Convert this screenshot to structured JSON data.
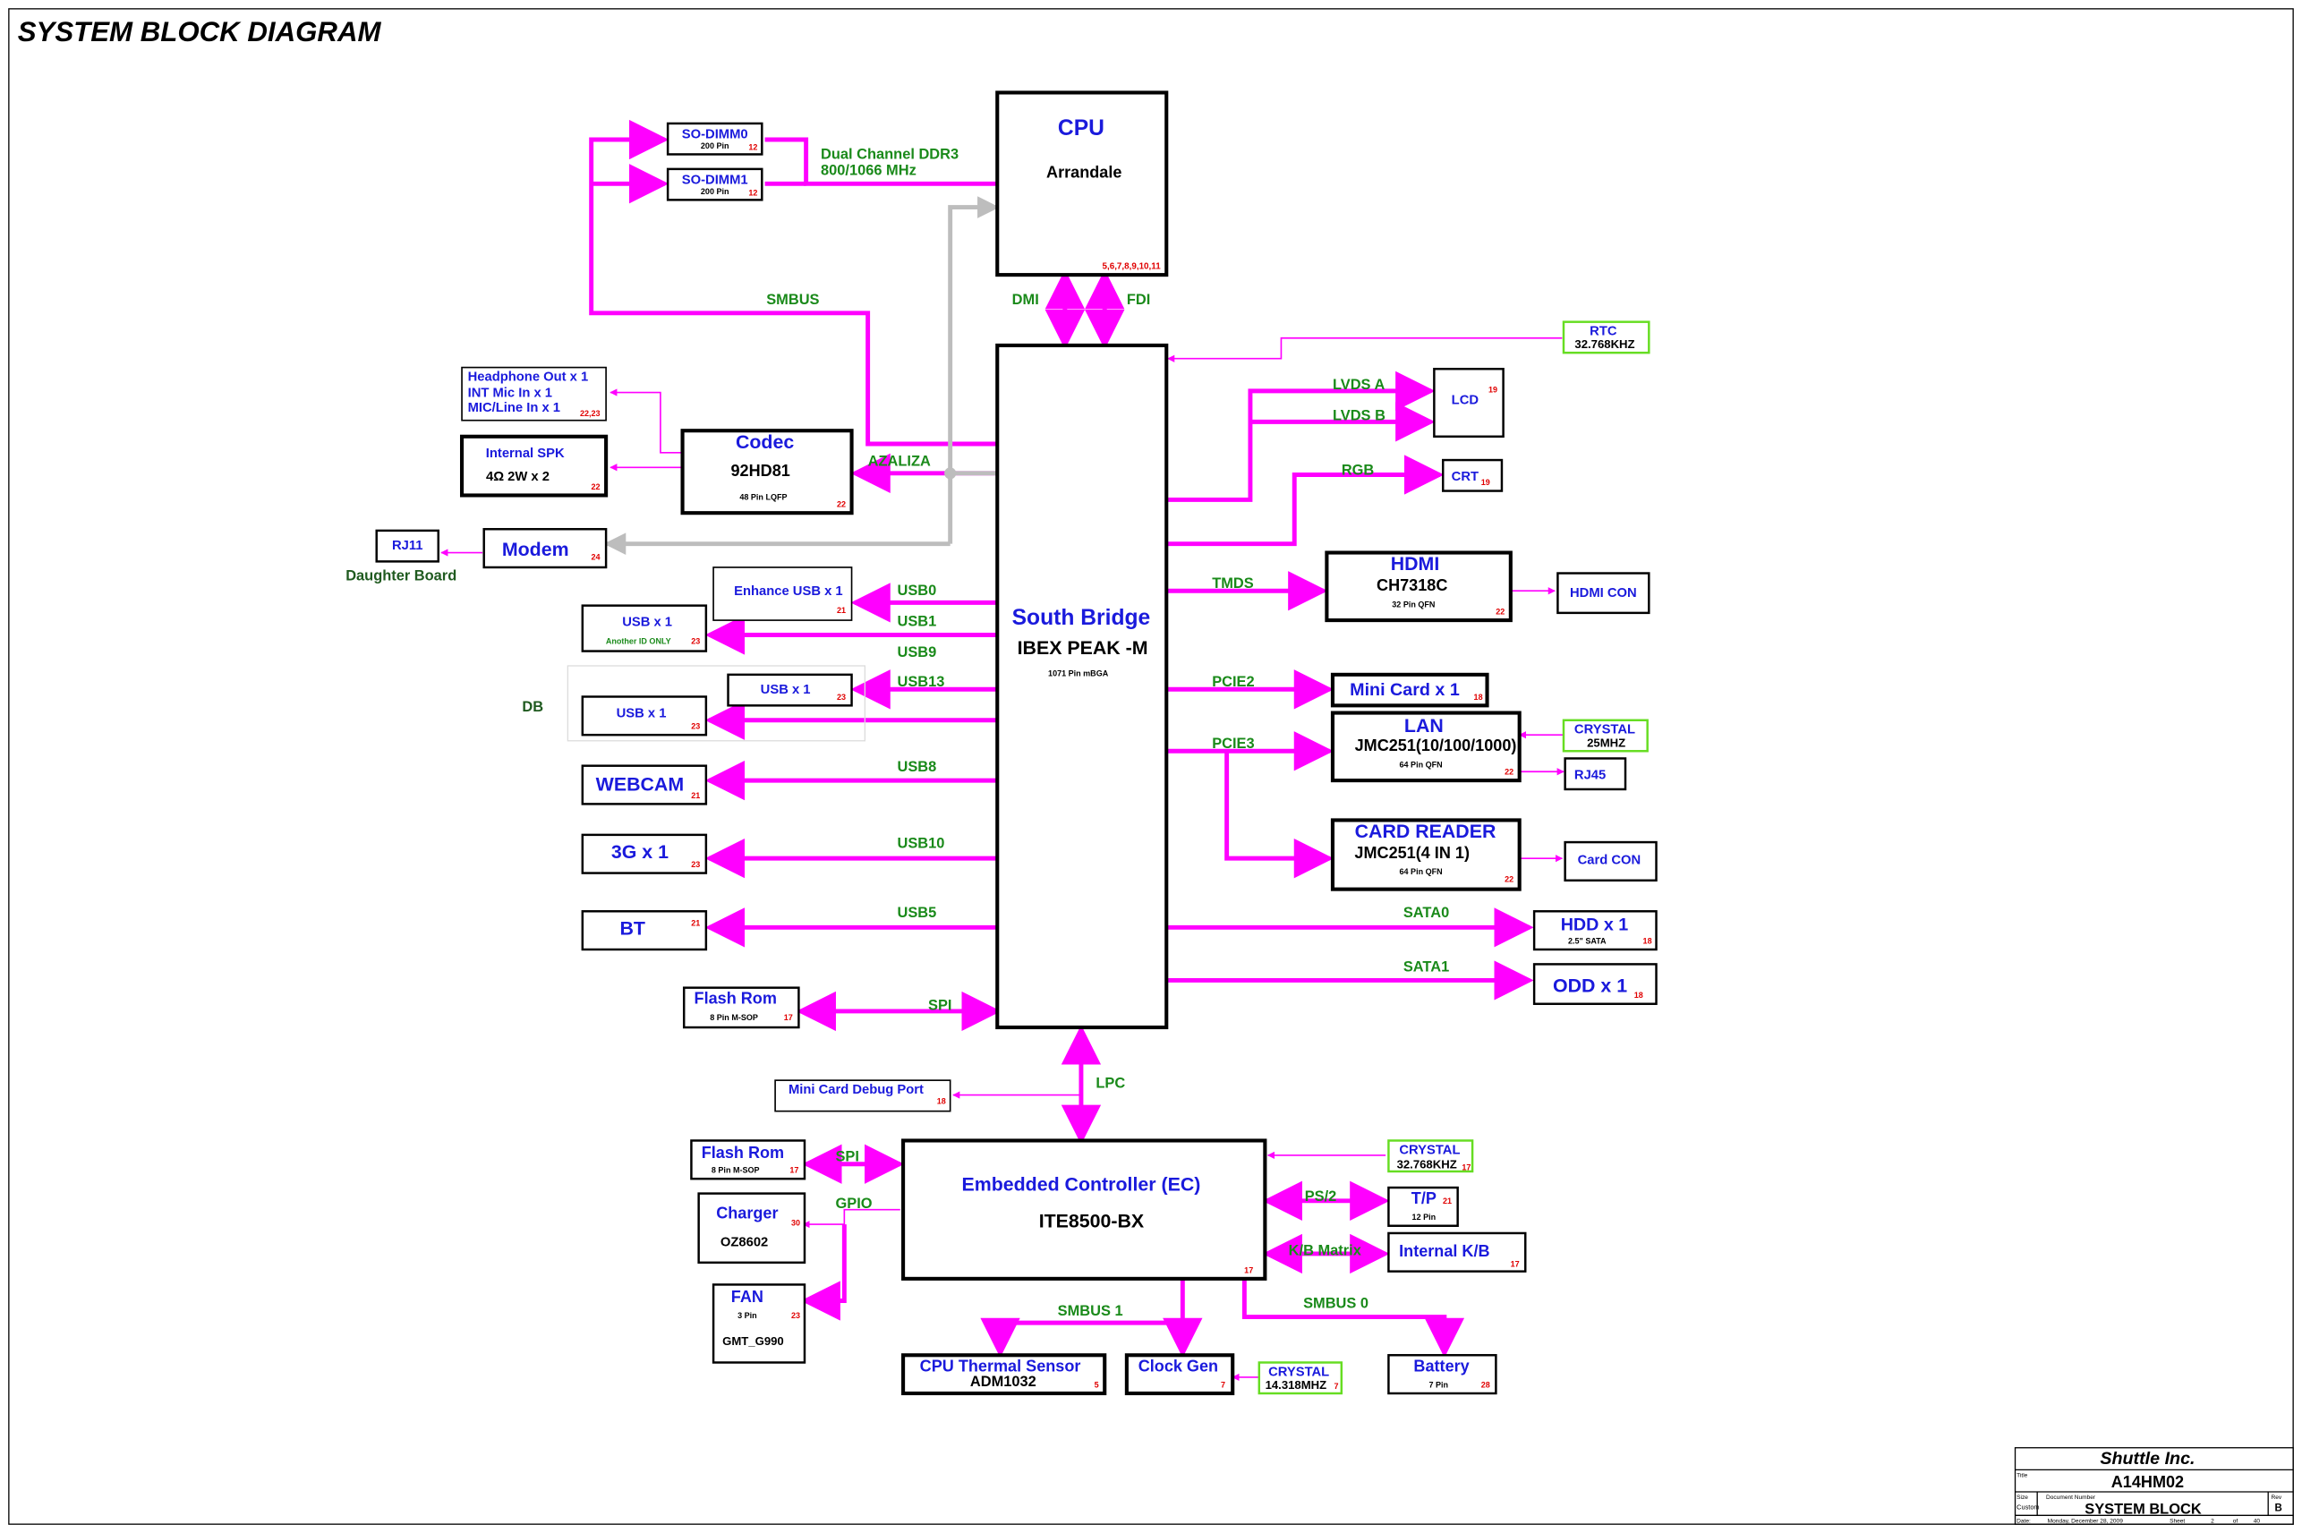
{
  "diagram_title": "SYSTEM BLOCK DIAGRAM",
  "colors": {
    "bus": "#ff00ff",
    "gray_bus": "#bdbdbd",
    "label_green": "#1a8a1a",
    "block_blue": "#1a1adc",
    "page_red": "#e00000",
    "crystal_green": "#66dd22"
  },
  "cpu": {
    "title": "CPU",
    "name": "Arrandale",
    "pages": "5,6,7,8,9,10,11"
  },
  "sodimm0": {
    "title": "SO-DIMM0",
    "pins": "200 Pin",
    "page": "12"
  },
  "sodimm1": {
    "title": "SO-DIMM1",
    "pins": "200 Pin",
    "page": "12"
  },
  "ddr3_label": {
    "line1": "Dual Channel DDR3",
    "line2": "800/1066 MHz"
  },
  "smbus_label": "SMBUS",
  "dmi_label": "DMI",
  "fdi_label": "FDI",
  "rtc": {
    "title": "RTC",
    "freq": "32.768KHZ"
  },
  "south_bridge": {
    "title": "South Bridge",
    "name": "IBEX PEAK -M",
    "pkg": "1071 Pin mBGA"
  },
  "lvds_a": "LVDS A",
  "lvds_b": "LVDS B",
  "lcd": {
    "title": "LCD",
    "page": "19"
  },
  "rgb_label": "RGB",
  "crt": {
    "title": "CRT",
    "page": "19"
  },
  "tmds_label": "TMDS",
  "hdmi": {
    "title": "HDMI",
    "name": "CH7318C",
    "pkg": "32 Pin QFN",
    "page": "22"
  },
  "hdmi_con": "HDMI CON",
  "pcie2_label": "PCIE2",
  "mini_card": {
    "title": "Mini Card x 1",
    "page": "18"
  },
  "pcie3_label": "PCIE3",
  "lan": {
    "title": "LAN",
    "name": "JMC251(10/100/1000)",
    "pkg": "64 Pin QFN",
    "page": "22"
  },
  "crystal_25": {
    "title": "CRYSTAL",
    "freq": "25MHZ"
  },
  "rj45": "RJ45",
  "card_reader": {
    "title": "CARD READER",
    "name": "JMC251(4 IN 1)",
    "pkg": "64 Pin QFN",
    "page": "22"
  },
  "card_con": "Card CON",
  "sata0_label": "SATA0",
  "hdd": {
    "title": "HDD x 1",
    "sub": "2.5\" SATA",
    "page": "18"
  },
  "sata1_label": "SATA1",
  "odd": {
    "title": "ODD x 1",
    "page": "18"
  },
  "headphone": {
    "line1": "Headphone Out x 1",
    "line2": "INT Mic In x 1",
    "line3": "MIC/Line In x 1",
    "page": "22,23"
  },
  "internal_spk": {
    "title": "Internal SPK",
    "spec": "4Ω 2W x 2",
    "page": "22"
  },
  "codec": {
    "title": "Codec",
    "name": "92HD81",
    "pkg": "48 Pin LQFP",
    "page": "22"
  },
  "azaliza_label": "AZALIZA",
  "rj11": "RJ11",
  "daughter_board": "Daughter Board",
  "modem": {
    "title": "Modem",
    "page": "24"
  },
  "enhance_usb": {
    "title": "Enhance USB x 1",
    "page": "21"
  },
  "usb_a": {
    "title": "USB x 1",
    "sub": "Another ID ONLY",
    "page": "23"
  },
  "usb_b": {
    "title": "USB x 1",
    "page": "23"
  },
  "usb_c": {
    "title": "USB x 1",
    "page": "23"
  },
  "db_label": "DB",
  "usb0": "USB0",
  "usb1": "USB1",
  "usb9": "USB9",
  "usb13": "USB13",
  "usb8": "USB8",
  "usb10": "USB10",
  "usb5": "USB5",
  "webcam": {
    "title": "WEBCAM",
    "page": "21"
  },
  "g3": {
    "title": "3G x 1",
    "page": "23"
  },
  "bt": {
    "title": "BT",
    "page": "21"
  },
  "flash_rom_sb": {
    "title": "Flash Rom",
    "pkg": "8 Pin M-SOP",
    "page": "17"
  },
  "spi_label": "SPI",
  "lpc_label": "LPC",
  "debug_port": {
    "title": "Mini Card Debug Port",
    "page": "18"
  },
  "ec": {
    "title": "Embedded Controller (EC)",
    "name": "ITE8500-BX",
    "page": "17"
  },
  "crystal_32": {
    "title": "CRYSTAL",
    "freq": "32.768KHZ",
    "page": "17"
  },
  "flash_rom_ec": {
    "title": "Flash Rom",
    "pkg": "8 Pin M-SOP",
    "page": "17"
  },
  "spi_ec_label": "SPI",
  "gpio_label": "GPIO",
  "charger": {
    "title": "Charger",
    "name": "OZ8602",
    "page": "30"
  },
  "fan": {
    "title": "FAN",
    "pins": "3 Pin",
    "name": "GMT_G990",
    "page": "23"
  },
  "ps2_label": "PS/2",
  "tp": {
    "title": "T/P",
    "pins": "12 Pin",
    "page": "21"
  },
  "kb_matrix_label": "K/B Matrix",
  "internal_kb": {
    "title": "Internal K/B",
    "page": "17"
  },
  "smbus1_label": "SMBUS 1",
  "smbus0_label": "SMBUS 0",
  "thermal": {
    "title": "CPU Thermal Sensor",
    "name": "ADM1032",
    "page": "5"
  },
  "clock_gen": {
    "title": "Clock Gen",
    "page": "7"
  },
  "crystal_14": {
    "title": "CRYSTAL",
    "freq": "14.318MHZ",
    "page": "7"
  },
  "battery": {
    "title": "Battery",
    "pins": "7 Pin",
    "page": "28"
  },
  "title_block": {
    "company": "Shuttle Inc.",
    "title_label": "Title",
    "title": "A14HM02",
    "size_label": "Size",
    "size": "Custom",
    "docnum_label": "Document Number",
    "docnum": "SYSTEM BLOCK",
    "rev_label": "Rev",
    "rev": "B",
    "date_label": "Date:",
    "date": "Monday, December 28, 2009",
    "sheet_label": "Sheet",
    "sheet": "2",
    "of_label": "of",
    "of": "40"
  }
}
